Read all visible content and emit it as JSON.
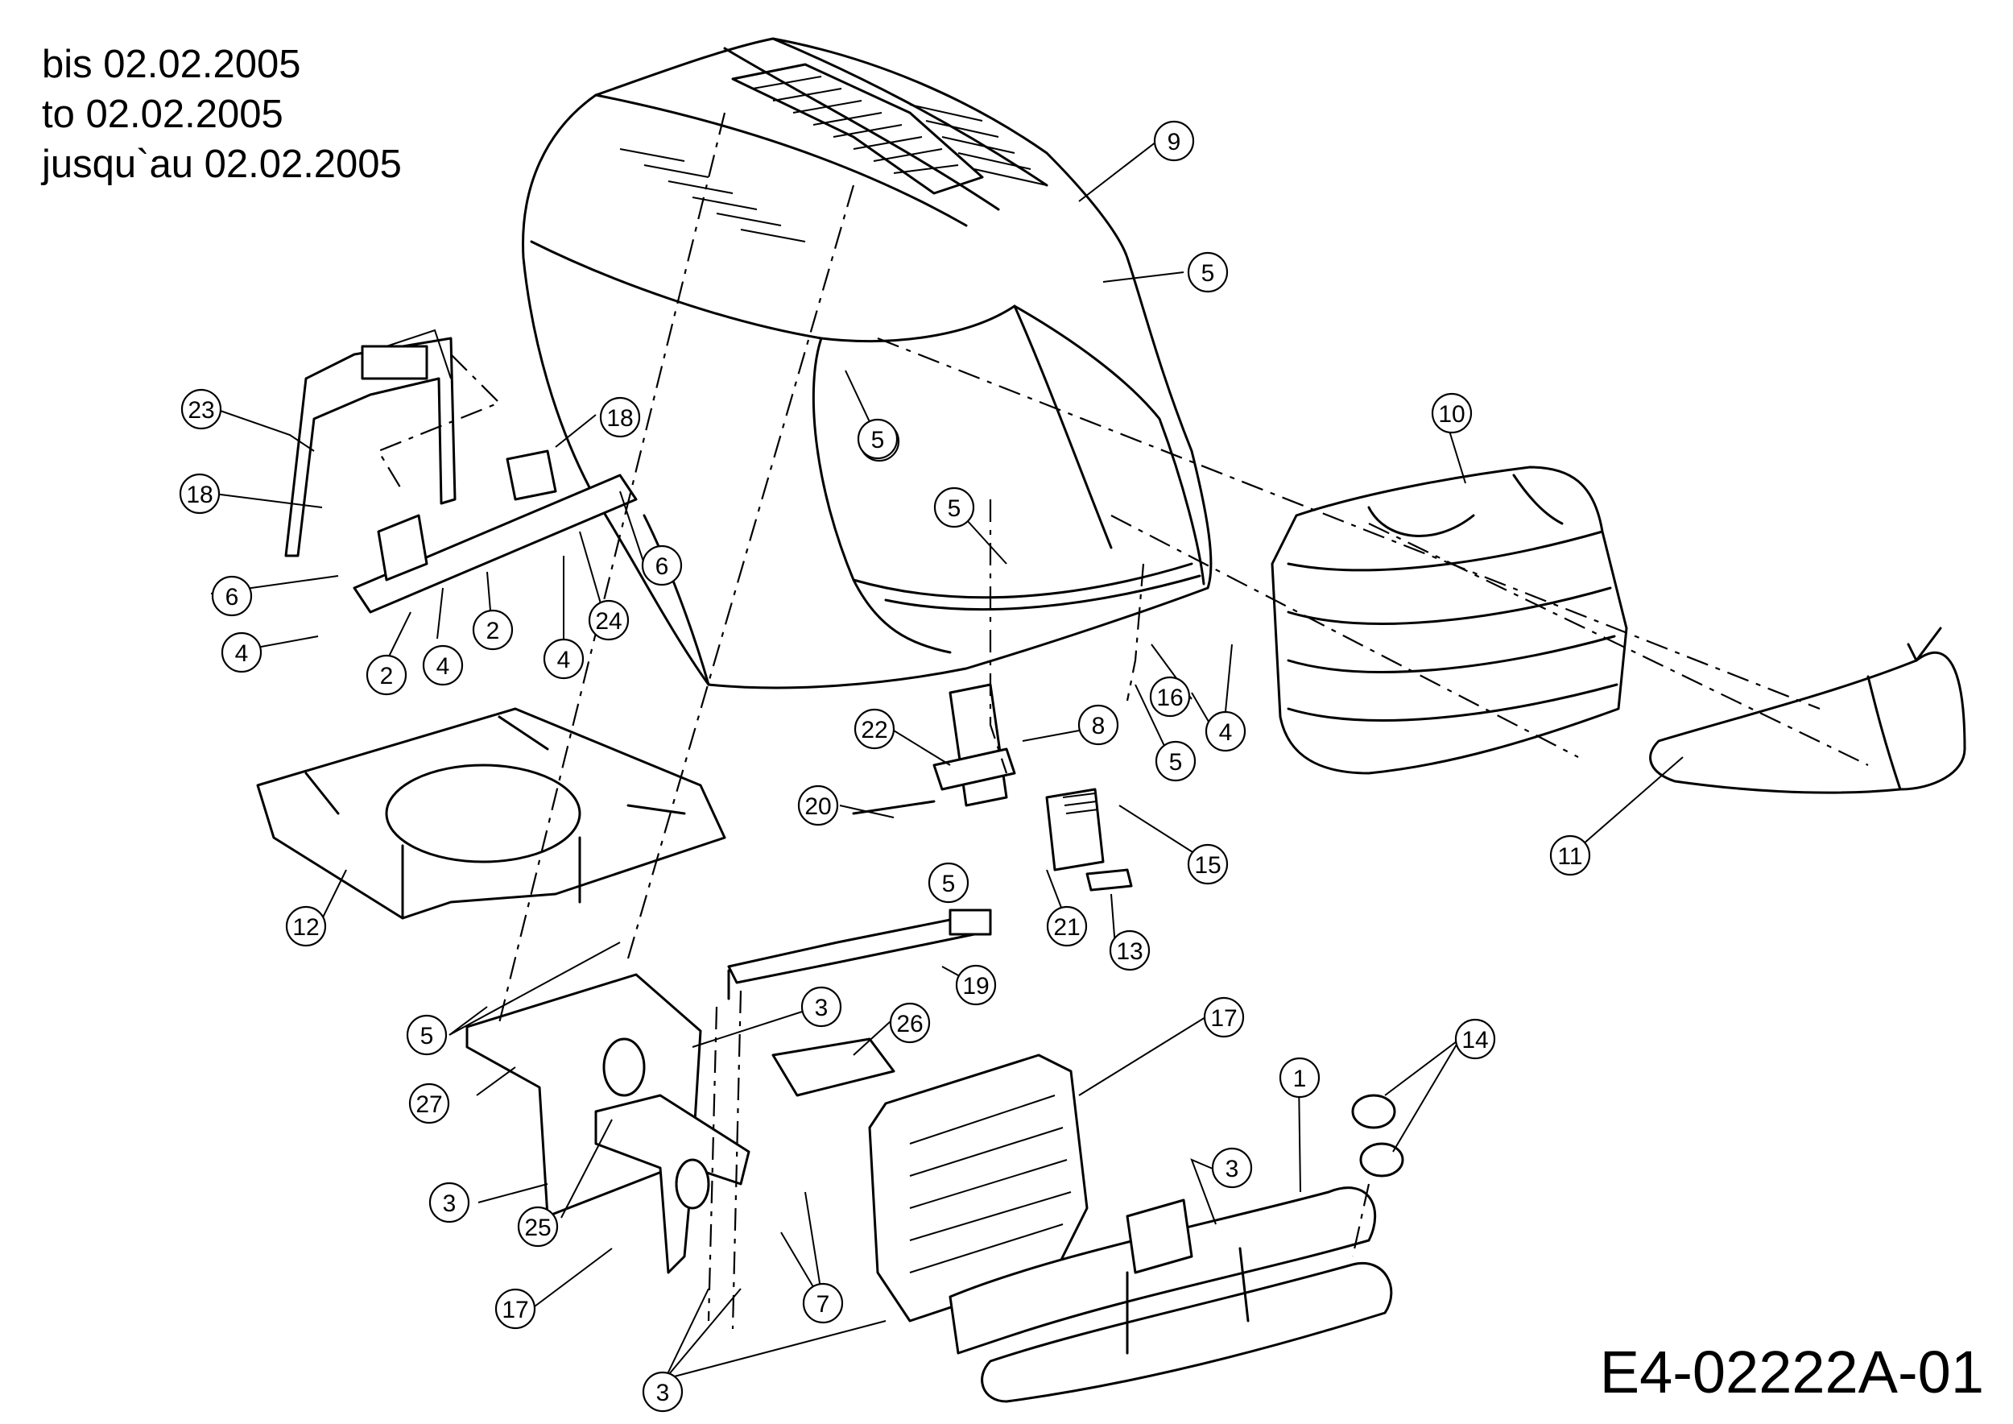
{
  "notes": {
    "de": "bis 02.02.2005",
    "en": "to 02.02.2005",
    "fr": "jusqu`au 02.02.2005"
  },
  "drawing_code": "E4-02222A-01",
  "callouts": [
    {
      "id": "c9",
      "label": "9"
    },
    {
      "id": "c5a",
      "label": "5"
    },
    {
      "id": "c5b",
      "label": "5"
    },
    {
      "id": "c5c",
      "label": "5"
    },
    {
      "id": "c5d",
      "label": "5"
    },
    {
      "id": "c5e",
      "label": "5"
    },
    {
      "id": "c5f",
      "label": "5"
    },
    {
      "id": "c10",
      "label": "10"
    },
    {
      "id": "c23",
      "label": "23"
    },
    {
      "id": "c18a",
      "label": "18"
    },
    {
      "id": "c18b",
      "label": "18"
    },
    {
      "id": "c6a",
      "label": "6"
    },
    {
      "id": "c6b",
      "label": "6"
    },
    {
      "id": "c4a",
      "label": "4"
    },
    {
      "id": "c4b",
      "label": "4"
    },
    {
      "id": "c4c",
      "label": "4"
    },
    {
      "id": "c4d",
      "label": "4"
    },
    {
      "id": "c2a",
      "label": "2"
    },
    {
      "id": "c2b",
      "label": "2"
    },
    {
      "id": "c24",
      "label": "24"
    },
    {
      "id": "c16",
      "label": "16"
    },
    {
      "id": "c8",
      "label": "8"
    },
    {
      "id": "c22",
      "label": "22"
    },
    {
      "id": "c20",
      "label": "20"
    },
    {
      "id": "c15",
      "label": "15"
    },
    {
      "id": "c21",
      "label": "21"
    },
    {
      "id": "c13",
      "label": "13"
    },
    {
      "id": "c11",
      "label": "11"
    },
    {
      "id": "c12",
      "label": "12"
    },
    {
      "id": "c19",
      "label": "19"
    },
    {
      "id": "c5g",
      "label": "5"
    },
    {
      "id": "c3a",
      "label": "3"
    },
    {
      "id": "c26",
      "label": "26"
    },
    {
      "id": "c17a",
      "label": "17"
    },
    {
      "id": "c14",
      "label": "14"
    },
    {
      "id": "c1",
      "label": "1"
    },
    {
      "id": "c27",
      "label": "27"
    },
    {
      "id": "c3b",
      "label": "3"
    },
    {
      "id": "c25",
      "label": "25"
    },
    {
      "id": "c3c",
      "label": "3"
    },
    {
      "id": "c17b",
      "label": "17"
    },
    {
      "id": "c7",
      "label": "7"
    },
    {
      "id": "c3d",
      "label": "3"
    }
  ]
}
